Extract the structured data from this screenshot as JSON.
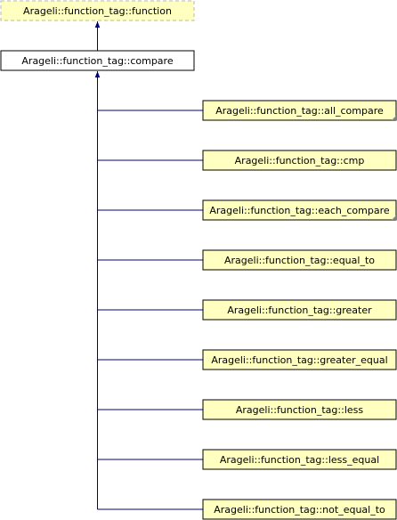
{
  "colors": {
    "node_fill": "#ffffc0",
    "node_border": "#000000",
    "base_fill": "#ffffc0",
    "base_border": "#b8b8a0",
    "edge": "#00007a",
    "compare_fill": "#ffffff"
  },
  "base": {
    "label": "Arageli::function_tag::function"
  },
  "compare": {
    "label": "Arageli::function_tag::compare"
  },
  "derived": [
    {
      "label": "Arageli::function_tag::all_compare",
      "has_more": true
    },
    {
      "label": "Arageli::function_tag::cmp",
      "has_more": false
    },
    {
      "label": "Arageli::function_tag::each_compare",
      "has_more": true
    },
    {
      "label": "Arageli::function_tag::equal_to",
      "has_more": false
    },
    {
      "label": "Arageli::function_tag::greater",
      "has_more": false
    },
    {
      "label": "Arageli::function_tag::greater_equal",
      "has_more": false
    },
    {
      "label": "Arageli::function_tag::less",
      "has_more": false
    },
    {
      "label": "Arageli::function_tag::less_equal",
      "has_more": false
    },
    {
      "label": "Arageli::function_tag::not_equal_to",
      "has_more": false
    }
  ]
}
